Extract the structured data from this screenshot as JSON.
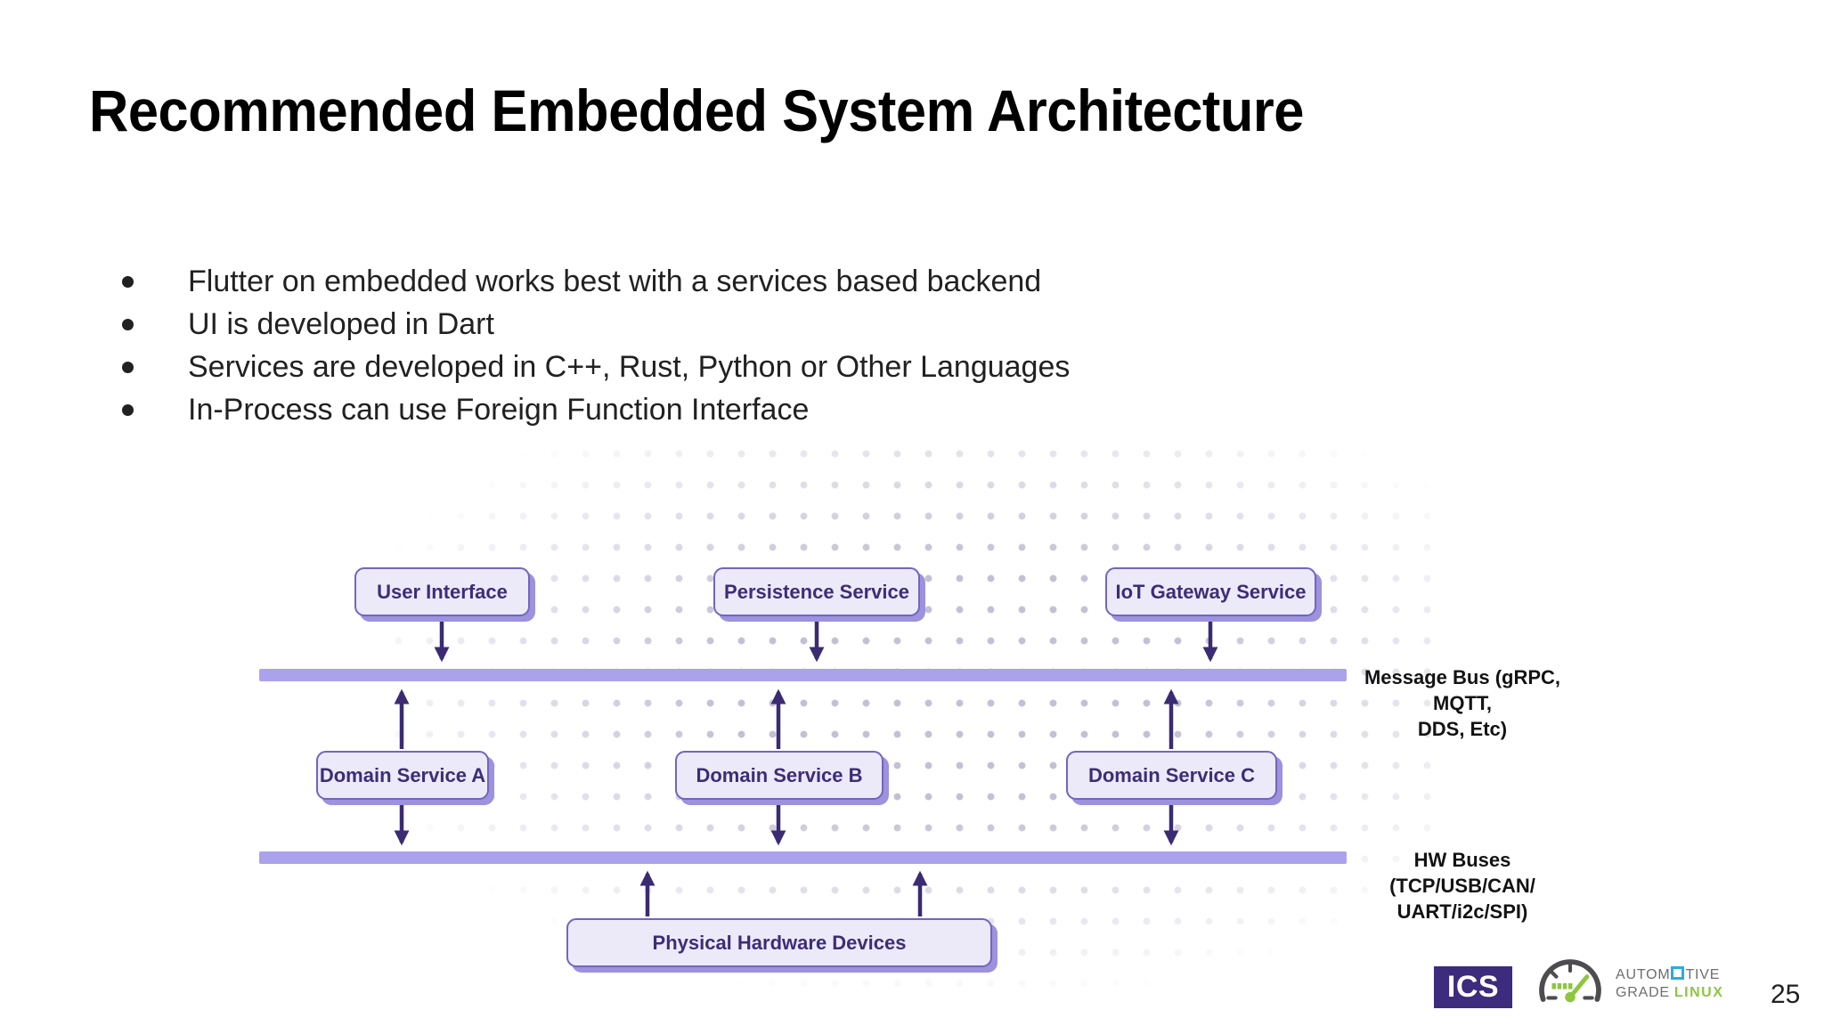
{
  "slide": {
    "title": "Recommended Embedded System Architecture",
    "bullets": [
      "Flutter on embedded works best with a services based backend",
      "UI is developed in Dart",
      "Services are developed in C++, Rust, Python or Other Languages",
      "In-Process can use Foreign Function Interface"
    ],
    "page_number": "25"
  },
  "diagram": {
    "boxes": {
      "user_interface": "User Interface",
      "persistence_service": "Persistence Service",
      "iot_gateway_service": "IoT Gateway Service",
      "domain_service_a": "Domain Service A",
      "domain_service_b": "Domain Service B",
      "domain_service_c": "Domain Service C",
      "physical_hardware": "Physical Hardware Devices"
    },
    "labels": {
      "message_bus_line1": "Message Bus (gRPC, MQTT,",
      "message_bus_line2": "DDS, Etc)",
      "hw_bus_line1": "HW Buses (TCP/USB/CAN/",
      "hw_bus_line2": "UART/i2c/SPI)"
    },
    "colors": {
      "box_fill": "#ECEAF9",
      "box_border": "#7365BE",
      "box_text": "#3D2D77",
      "bus_bar": "#ABA2EC",
      "arrow": "#3A2B72",
      "box_shadow": "#9C92DD"
    }
  },
  "footer": {
    "ics_text": "ICS",
    "agl_word1_part1": "AUTOM",
    "agl_word1_part2": "TIVE",
    "agl_word2": "GRADE",
    "agl_word3": "LINUX"
  }
}
